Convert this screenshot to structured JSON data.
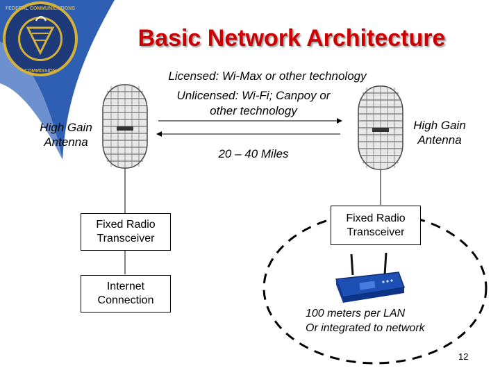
{
  "slide": {
    "title": "Basic Network Architecture",
    "page_number": "12"
  },
  "labels": {
    "licensed": "Licensed:  Wi-Max or other technology",
    "unlicensed_line1": "Unlicensed:  Wi-Fi; Canpoy or",
    "unlicensed_line2": "other technology",
    "distance": "20 – 40 Miles",
    "antenna_left_line1": "High Gain",
    "antenna_left_line2": "Antenna",
    "antenna_right_line1": "High Gain",
    "antenna_right_line2": "Antenna",
    "lan_line1": "100 meters per LAN",
    "lan_line2": "Or integrated to network"
  },
  "boxes": {
    "left_radio": "Fixed Radio\nTransceiver",
    "internet": "Internet\nConnection",
    "right_radio": "Fixed Radio\nTransceiver"
  },
  "seal": {
    "text": "FEDERAL COMMUNICATIONS COMMISSION",
    "color": "#1f3a78",
    "accent": "#d4b23a"
  },
  "colors": {
    "title": "#cc0000",
    "swoosh": "#2f5fb3",
    "router": "#1e4fb5"
  },
  "icons": [
    "fcc-seal",
    "antenna-icon",
    "router-icon"
  ]
}
